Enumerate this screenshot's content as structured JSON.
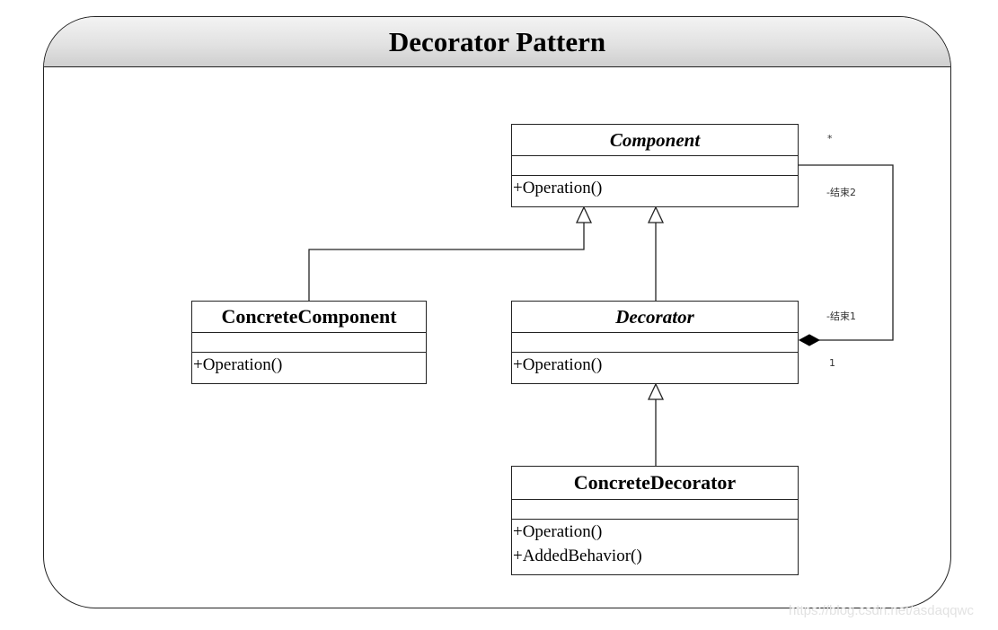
{
  "title": "Decorator Pattern",
  "classes": {
    "component": {
      "name": "Component",
      "ops": [
        "+Operation()"
      ]
    },
    "concrete_component": {
      "name": "ConcreteComponent",
      "ops": [
        "+Operation()"
      ]
    },
    "decorator": {
      "name": "Decorator",
      "ops": [
        "+Operation()"
      ]
    },
    "concrete_decorator": {
      "name": "ConcreteDecorator",
      "ops": [
        "+Operation()",
        "+AddedBehavior()"
      ]
    }
  },
  "association": {
    "end2_label": "-结束2",
    "end1_label": "-结束1",
    "multiplicity_component": "*",
    "multiplicity_decorator": "1"
  },
  "watermark": "https://blog.csdn.net/asdaqqwc"
}
